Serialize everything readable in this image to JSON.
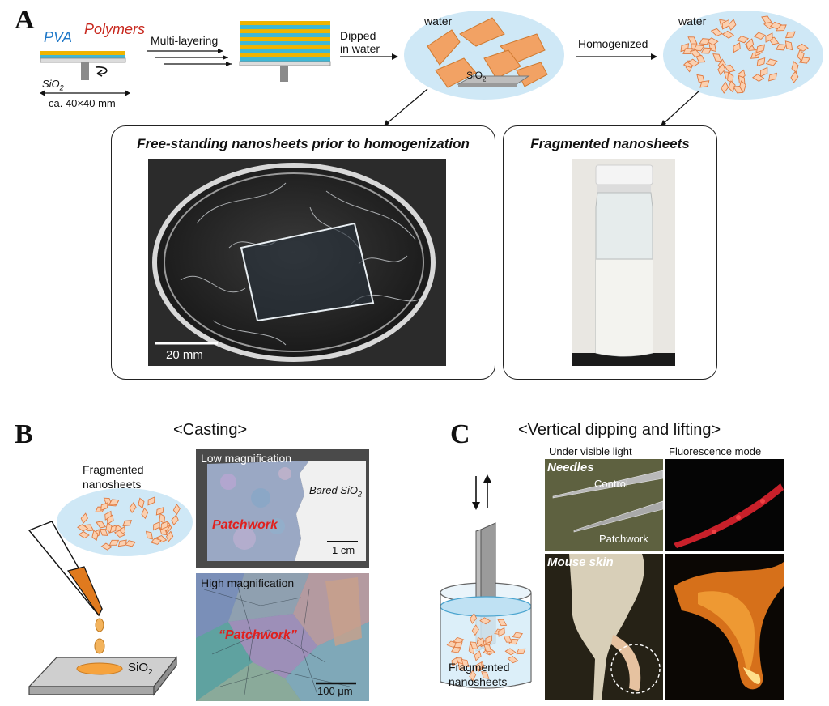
{
  "panels": {
    "a": {
      "letter": "A",
      "pva": "PVA",
      "polymers": "Polymers",
      "sio2": "SiO",
      "sio2_sub": "2",
      "size": "ca. 40×40 mm",
      "multilayering": "Multi-layering",
      "dipped_line1": "Dipped",
      "dipped_line2": "in water",
      "water": "water",
      "homogenized": "Homogenized",
      "freestanding_title": "Free-standing nanosheets prior to homogenization",
      "fragmented_title": "Fragmented nanosheets",
      "scalebar": "20 mm"
    },
    "b": {
      "letter": "B",
      "title": "<Casting>",
      "fragmented_line1": "Fragmented",
      "fragmented_line2": "nanosheets",
      "low_mag": "Low magnification",
      "bared_sio2": "Bared SiO",
      "bared_sub": "2",
      "patchwork": "Patchwork",
      "scalebar_low": "1 cm",
      "high_mag": "High magnification",
      "patchwork_quoted": "“Patchwork”",
      "scalebar_high": "100 μm",
      "sio2": "SiO",
      "sio2_sub": "2"
    },
    "c": {
      "letter": "C",
      "title": "<Vertical dipping and lifting>",
      "visible_light": "Under visible light",
      "fluorescence": "Fluorescence mode",
      "needles": "Needles",
      "control": "Control",
      "patchwork": "Patchwork",
      "mouse_skin": "Mouse skin",
      "fragmented_line1": "Fragmented",
      "fragmented_line2": "nanosheets"
    }
  },
  "colors": {
    "pva": "#1f78c8",
    "polymers": "#c8281e",
    "layer_yellow": "#f0b400",
    "layer_cyan": "#3fb8d6",
    "water_blue": "#cfe8f6",
    "nanosheet_orange": "#f2a264",
    "patchwork_red": "#e0201e"
  }
}
